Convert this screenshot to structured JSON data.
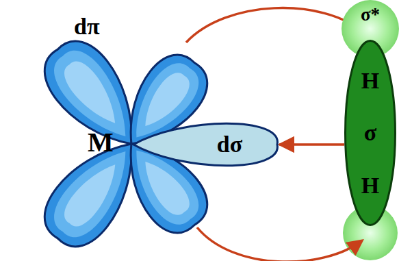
{
  "diagram": {
    "nodes": [
      {
        "text": [
          "dσ"
        ]
      },
      {
        "text": [
          "σ*"
        ]
      },
      {
        "text": [
          "H",
          "σ",
          "H"
        ]
      }
    ],
    "edges": [
      {
        "from": 2,
        "to": 0,
        "arrow": "to"
      }
    ],
    "labels": [
      "dπ",
      "M"
    ]
  }
}
